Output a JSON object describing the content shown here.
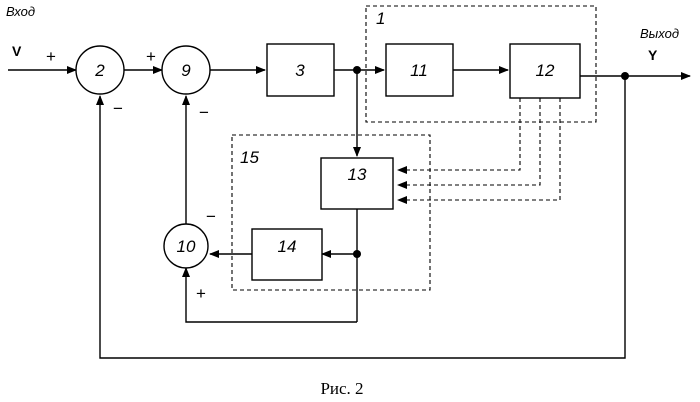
{
  "input": {
    "label": "Вход",
    "var": "V"
  },
  "output": {
    "label": "Выход",
    "var": "Y"
  },
  "junctions": {
    "j2": "2",
    "j9": "9",
    "j10": "10"
  },
  "blocks": {
    "b3": "3",
    "b11": "11",
    "b12": "12",
    "b13": "13",
    "b14": "14"
  },
  "groups": {
    "g1": "1",
    "g15": "15"
  },
  "signs": {
    "j2_plus": "+",
    "j2_minus": "−",
    "j9_plus": "+",
    "j9_minus": "−",
    "j10_minus": "−",
    "j10_plus": "+"
  },
  "caption": "Рис. 2"
}
